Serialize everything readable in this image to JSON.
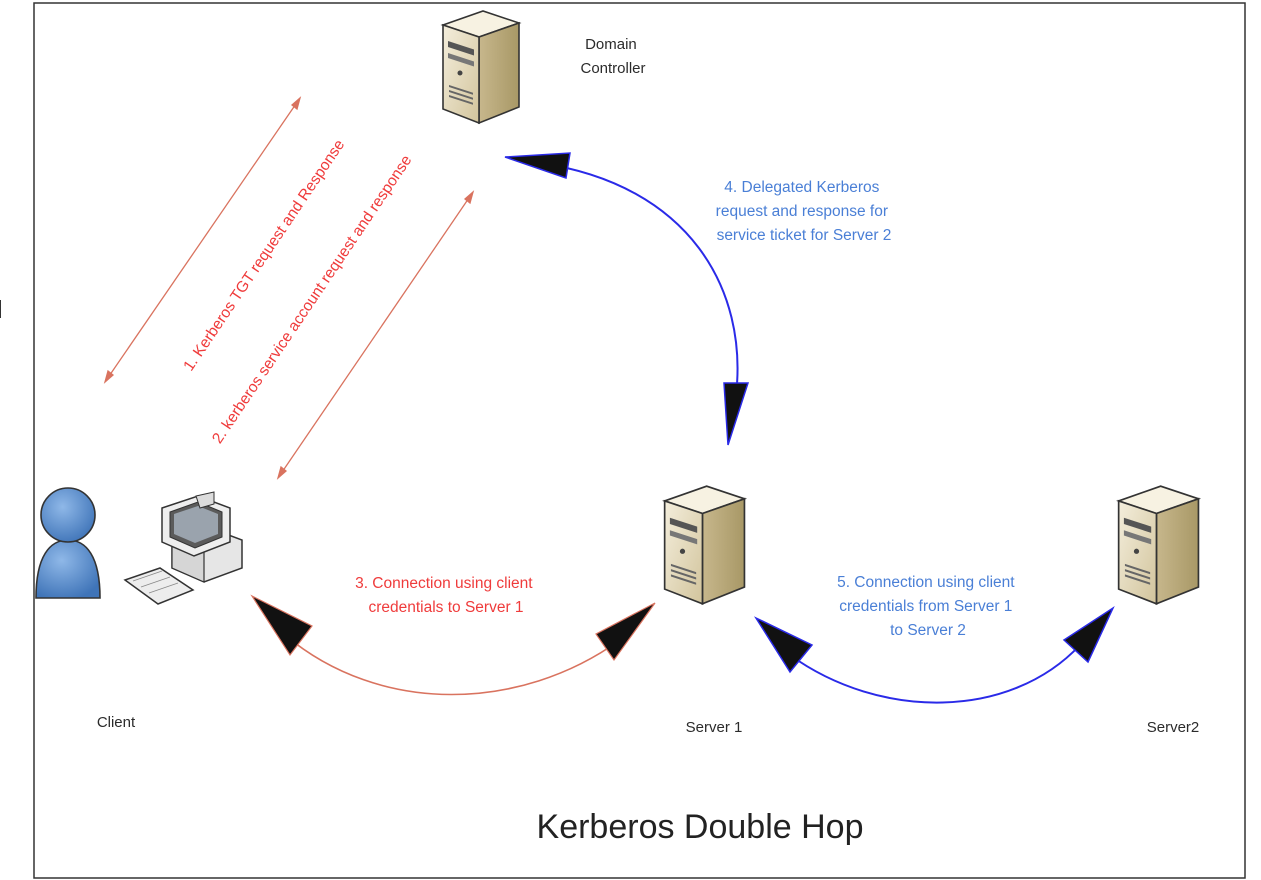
{
  "title": "Kerberos Double Hop",
  "nodes": {
    "domain_controller": [
      "Domain",
      "Controller"
    ],
    "client": "Client",
    "server1": "Server 1",
    "server2": "Server2"
  },
  "flows": {
    "step1": "1. Kerberos TGT request and Response",
    "step2": "2. kerberos service account request and response",
    "step3": [
      "3. Connection using client",
      "credentials to Server 1"
    ],
    "step4": [
      "4. Delegated Kerberos",
      "request and response for",
      "service ticket for Server 2"
    ],
    "step5": [
      "5. Connection using client",
      "credentials from Server 1",
      "to Server 2"
    ]
  },
  "colors": {
    "red_flow": "#ef3b3b",
    "red_line": "#d9735f",
    "blue_flow_text": "#4a7fd6",
    "blue_line": "#2a2ae8",
    "server_body": "#e6dcc1",
    "person": "#4f86c6"
  }
}
